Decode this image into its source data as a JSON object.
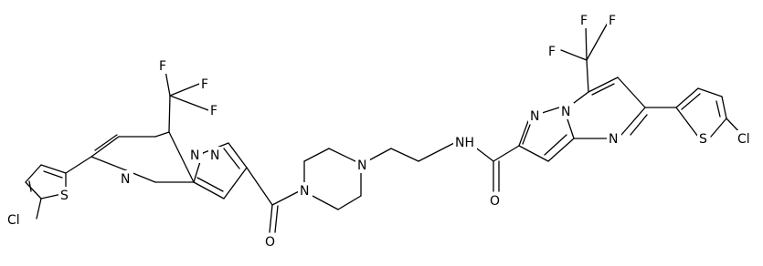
{
  "diagram": {
    "type": "chemical-structure",
    "atoms": [
      {
        "id": "cl1",
        "label": "Cl"
      },
      {
        "id": "s1",
        "label": "S"
      },
      {
        "id": "n1",
        "label": "N"
      },
      {
        "id": "n2",
        "label": "N"
      },
      {
        "id": "n3",
        "label": "N"
      },
      {
        "id": "f1",
        "label": "F"
      },
      {
        "id": "f2",
        "label": "F"
      },
      {
        "id": "f3",
        "label": "F"
      },
      {
        "id": "o1",
        "label": "O"
      },
      {
        "id": "n4",
        "label": "N"
      },
      {
        "id": "n5",
        "label": "N"
      },
      {
        "id": "nh1",
        "label": "NH"
      },
      {
        "id": "o2",
        "label": "O"
      },
      {
        "id": "f4",
        "label": "F"
      },
      {
        "id": "f5",
        "label": "F"
      },
      {
        "id": "f6",
        "label": "F"
      },
      {
        "id": "n6",
        "label": "N"
      },
      {
        "id": "n7",
        "label": "N"
      },
      {
        "id": "n8",
        "label": "N"
      },
      {
        "id": "s2",
        "label": "S"
      },
      {
        "id": "cl2",
        "label": "Cl"
      }
    ]
  }
}
